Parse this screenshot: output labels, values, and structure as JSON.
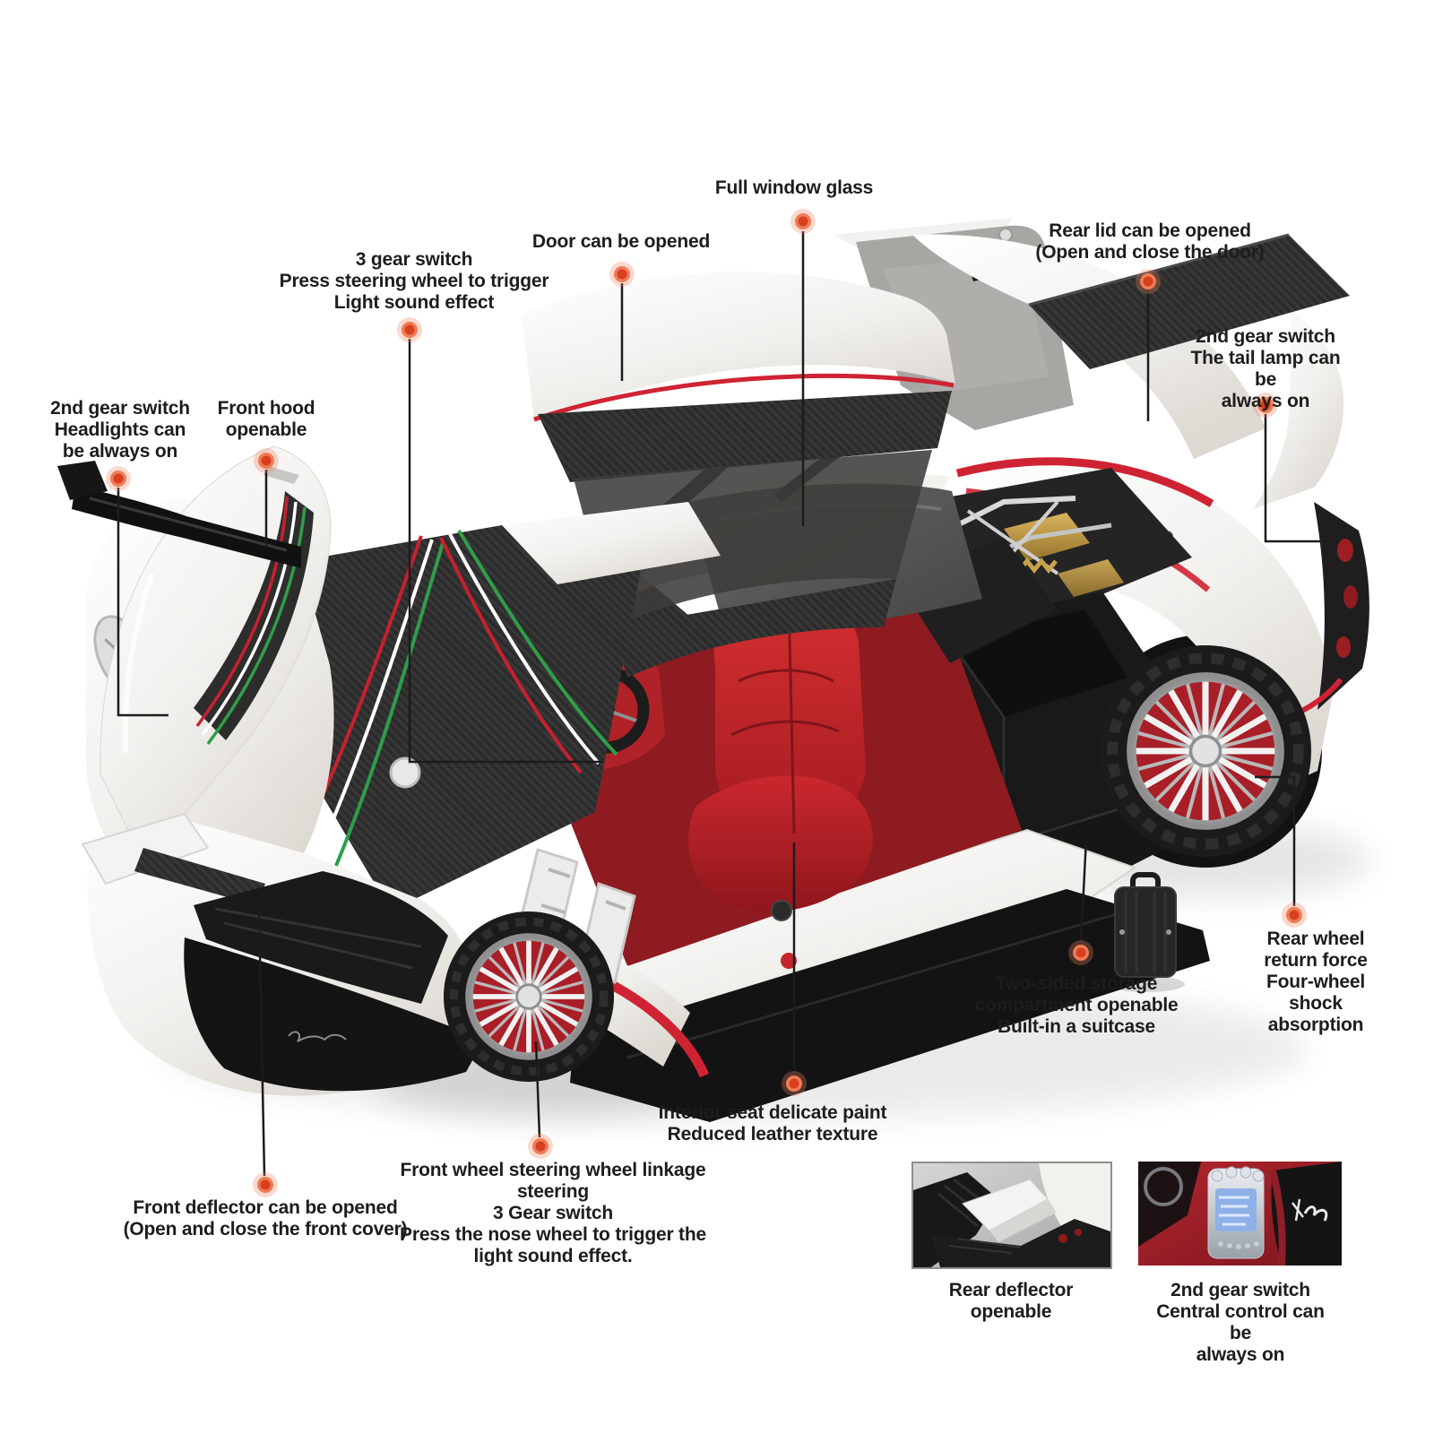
{
  "product": {
    "subject": "die-cast model supercar with openable parts",
    "body_color": "#f2f1ee",
    "accent_red": "#cf2333",
    "interior_red": "#b02128"
  },
  "callout_style": {
    "dot_color": "#d83f20",
    "dot_ring_color": "#ee7c55",
    "dot_halo_color": "#f0805c",
    "line_color": "#1c1c1c",
    "text_color": "#1d1d1d"
  },
  "callouts": [
    {
      "id": "full-window-glass",
      "label": "Full window glass"
    },
    {
      "id": "door-can-be-opened",
      "label": "Door can be opened"
    },
    {
      "id": "three-gear-switch",
      "label": "3 gear switch\nPress steering wheel to trigger\nLight sound effect"
    },
    {
      "id": "rear-lid",
      "label": "Rear lid can be opened\n(Open and close the door)"
    },
    {
      "id": "tail-lamp-switch",
      "label": "2nd gear switch\nThe tail lamp can be\nalways on"
    },
    {
      "id": "headlight-switch",
      "label": "2nd gear switch\nHeadlights can\nbe always on"
    },
    {
      "id": "front-hood",
      "label": "Front hood\nopenable"
    },
    {
      "id": "rear-wheel-return-force",
      "label": "Rear wheel return force\nFour-wheel shock\nabsorption"
    },
    {
      "id": "storage-compartment",
      "label": "Two-sided storage\ncompartment openable\nBuilt-in a suitcase"
    },
    {
      "id": "interior-seat",
      "label": "Interior seat delicate paint\nReduced leather texture"
    },
    {
      "id": "front-wheel-steering",
      "label": "Front wheel steering wheel linkage\nsteering\n3 Gear switch\nPress the nose wheel to trigger the\nlight sound effect."
    },
    {
      "id": "front-deflector",
      "label": "Front deflector can be opened\n(Open and close the front cover)"
    }
  ],
  "insets": {
    "left_caption": "Rear deflector\nopenable",
    "right_caption": "2nd gear switch\nCentral control can be\nalways on"
  }
}
